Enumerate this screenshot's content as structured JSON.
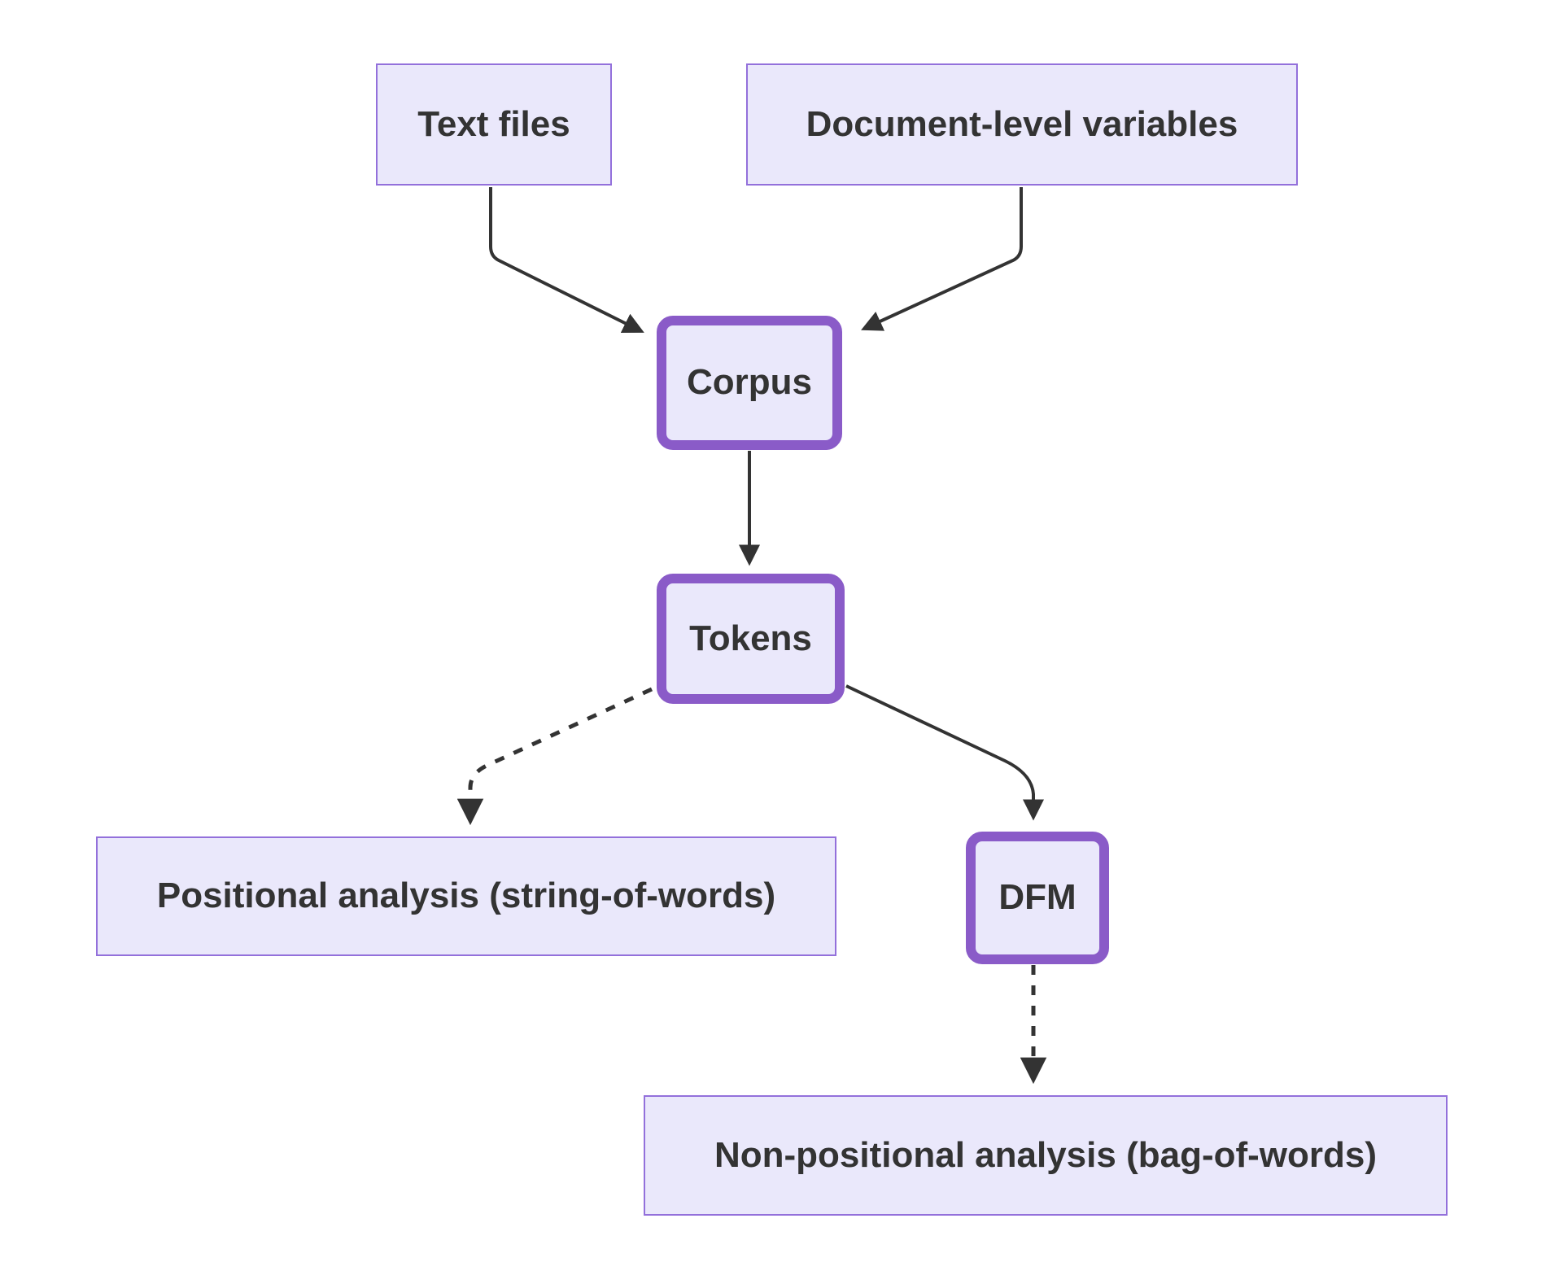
{
  "diagram": {
    "type": "flowchart",
    "background": "#FFFFFF",
    "colors": {
      "node_fill": "#EAE8FB",
      "node_border": "#9370DB",
      "emphasis_border": "#8A5BC8",
      "edge": "#333333",
      "text": "#333333"
    },
    "nodes": {
      "text_files": {
        "label": "Text files",
        "shape": "rect"
      },
      "doc_vars": {
        "label": "Document-level variables",
        "shape": "rect"
      },
      "corpus": {
        "label": "Corpus",
        "shape": "rounded-emphasis"
      },
      "tokens": {
        "label": "Tokens",
        "shape": "rounded-emphasis"
      },
      "positional": {
        "label": "Positional analysis (string-of-words)",
        "shape": "rect"
      },
      "dfm": {
        "label": "DFM",
        "shape": "rounded-emphasis"
      },
      "non_positional": {
        "label": "Non-positional analysis (bag-of-words)",
        "shape": "rect"
      }
    },
    "edges": [
      {
        "from": "Text files",
        "to": "Corpus",
        "style": "solid"
      },
      {
        "from": "Document-level variables",
        "to": "Corpus",
        "style": "solid"
      },
      {
        "from": "Corpus",
        "to": "Tokens",
        "style": "solid"
      },
      {
        "from": "Tokens",
        "to": "Positional analysis (string-of-words)",
        "style": "dashed"
      },
      {
        "from": "Tokens",
        "to": "DFM",
        "style": "solid"
      },
      {
        "from": "DFM",
        "to": "Non-positional analysis (bag-of-words)",
        "style": "dashed"
      }
    ]
  }
}
